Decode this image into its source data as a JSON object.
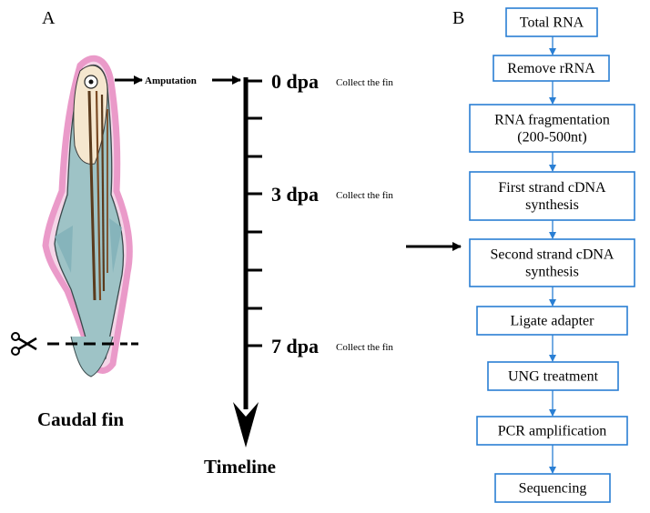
{
  "panel_a": {
    "label": "A",
    "amputation_label": "Amputation",
    "timepoints": [
      {
        "dpa": "0 dpa",
        "note": "Collect the fin"
      },
      {
        "dpa": "3 dpa",
        "note": "Collect the fin"
      },
      {
        "dpa": "7 dpa",
        "note": "Collect the fin"
      }
    ],
    "fish_caption": "Caudal fin",
    "timeline_caption": "Timeline",
    "icons": {
      "scissors": "scissors-icon",
      "fish": "zebrafish-illustration"
    }
  },
  "panel_b": {
    "label": "B",
    "steps": [
      [
        "Total RNA"
      ],
      [
        "Remove rRNA"
      ],
      [
        "RNA fragmentation",
        "(200-500nt)"
      ],
      [
        "First strand cDNA",
        "synthesis"
      ],
      [
        "Second strand cDNA",
        "synthesis"
      ],
      [
        "Ligate adapter"
      ],
      [
        "UNG treatment"
      ],
      [
        "PCR amplification"
      ],
      [
        "Sequencing"
      ]
    ],
    "accent_color": "#2a7fd4"
  }
}
